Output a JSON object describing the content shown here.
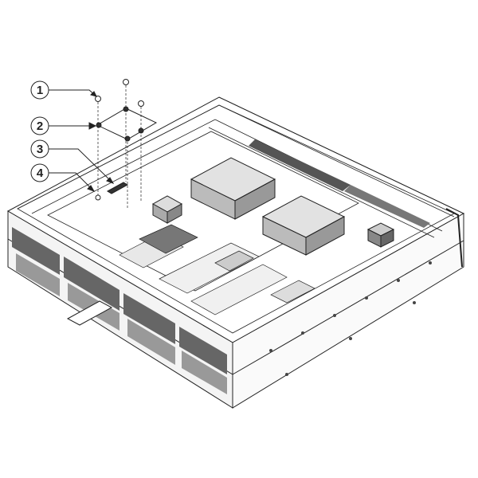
{
  "callouts": [
    {
      "label": "1"
    },
    {
      "label": "2"
    },
    {
      "label": "3"
    },
    {
      "label": "4"
    }
  ],
  "colors": {
    "line": "#222222",
    "fill": "#ffffff",
    "shade": "#b8b8b8",
    "dark": "#555555"
  }
}
